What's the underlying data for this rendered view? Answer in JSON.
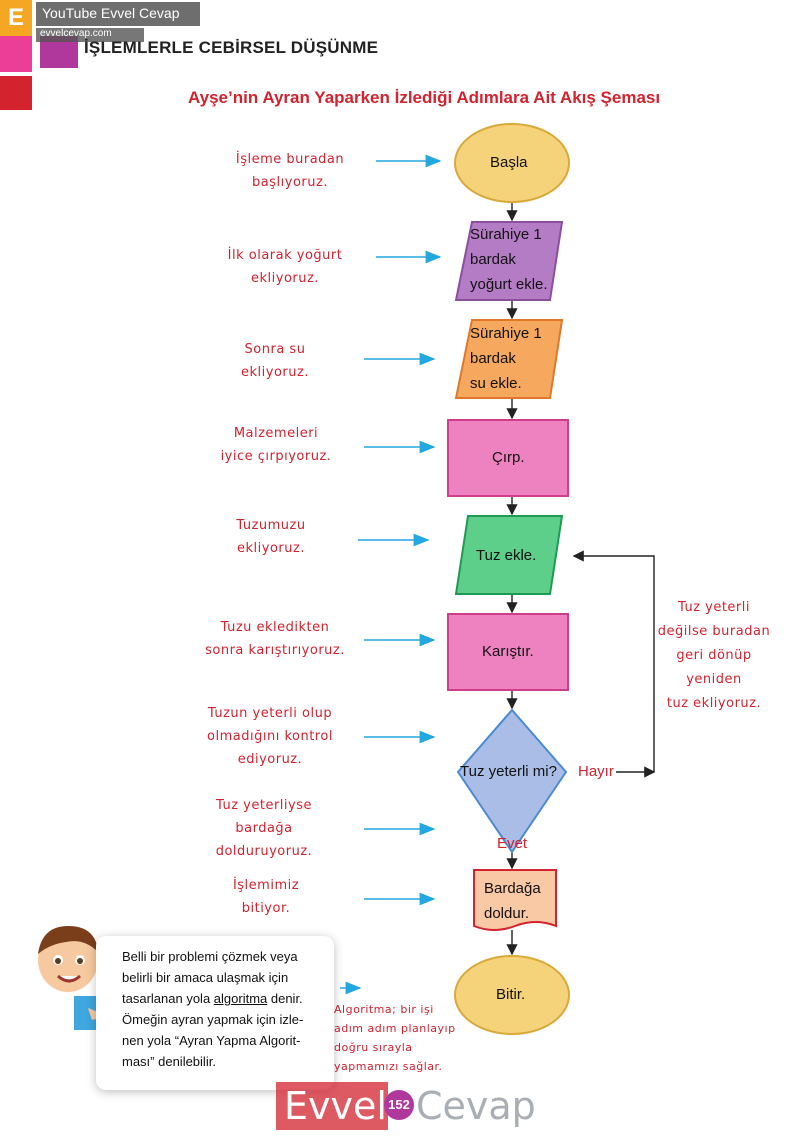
{
  "header": {
    "badge_letter": "E",
    "watermark_top": "YouTube Evvel Cevap",
    "watermark_url": "evvelcevap.com",
    "unit_title": "İŞLEMLERLE CEBİRSEL DÜŞÜNME"
  },
  "diagram": {
    "title": "Ayşe’nin Ayran Yaparken İzlediği Adımlara Ait Akış Şeması",
    "nodes": {
      "start": "Başla",
      "step1": [
        "Sürahiye 1",
        "bardak",
        "yoğurt ekle."
      ],
      "step2": [
        "Sürahiye 1",
        "bardak",
        "su ekle."
      ],
      "step3": "Çırp.",
      "step4": "Tuz ekle.",
      "step5": "Karıştır.",
      "decision": "Tuz yeterli mi?",
      "step6": [
        "Bardağa",
        "doldur."
      ],
      "end": "Bitir."
    },
    "branch_no": "Hayır",
    "branch_yes": "Evet",
    "annotations": [
      [
        "İşleme buradan",
        "başlıyoruz."
      ],
      [
        "İlk olarak yoğurt",
        "ekliyoruz."
      ],
      [
        "Sonra su",
        "ekliyoruz."
      ],
      [
        "Malzemeleri",
        "iyice çırpıyoruz."
      ],
      [
        "Tuzumuzu",
        "ekliyoruz."
      ],
      [
        "Tuzu ekledikten",
        "sonra karıştırıyoruz."
      ],
      [
        "Tuzun yeterli olup",
        "olmadığını kontrol",
        "ediyoruz."
      ],
      [
        "Tuz yeterliyse",
        "bardağa",
        "dolduruyoruz."
      ],
      [
        "İşlemimiz",
        "bitiyor."
      ]
    ],
    "loop_note": [
      "Tuz yeterli",
      "değilse buradan",
      "geri dönüp",
      "yeniden",
      "tuz ekliyoruz."
    ],
    "algorithm_note": [
      "Algoritma; bir işi",
      "adım adım planlayıp",
      "doğru sırayla",
      "yapmamızı sağlar."
    ]
  },
  "info_box": {
    "line1": "Belli bir problemi çözmek veya",
    "line2": "belirli bir amaca ulaşmak için",
    "line3_pre": "tasarlanan yola ",
    "line3_term": "algoritma",
    "line3_post": " denir.",
    "line4": "Ömeğin ayran yapmak için izle-",
    "line5": "nen yola “Ayran Yapma Algorit-",
    "line6": "ması” denilebilir."
  },
  "footer": {
    "brand_left": "Evvel",
    "page_number": "152",
    "brand_right": "Cevap"
  },
  "colors": {
    "red": "#d2232f",
    "yellow": "#f5d37a",
    "purple": "#b57cc6",
    "orange": "#f6a85f",
    "pink": "#ee82c0",
    "green": "#5ecf8a",
    "blue_diamond": "#a9bde6",
    "arrow_blue": "#22a7e0"
  }
}
